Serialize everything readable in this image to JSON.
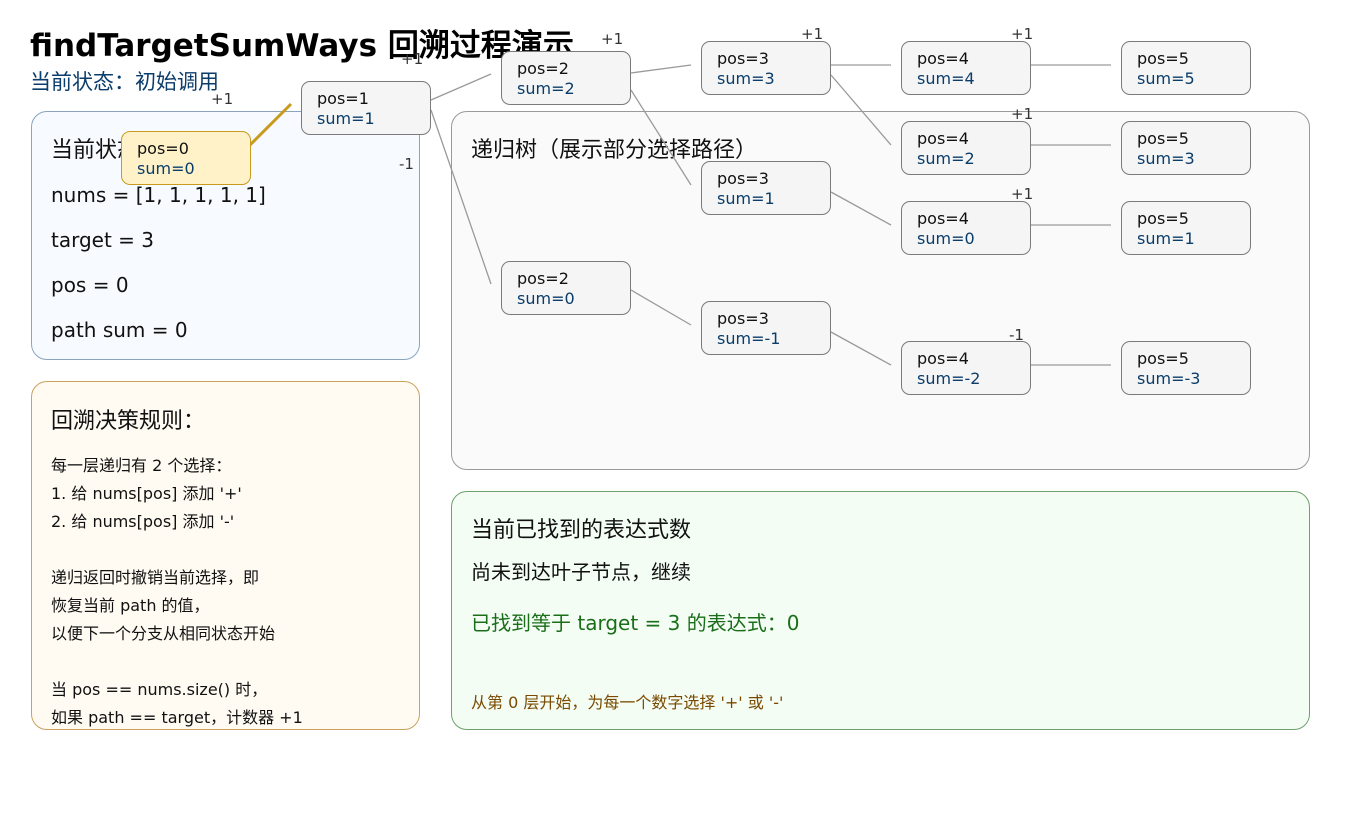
{
  "header": {
    "title": "findTargetSumWays 回溯过程演示",
    "subtitle": "当前状态：初始调用"
  },
  "state_panel": {
    "heading": "当前状态",
    "lines": [
      "nums = [1, 1, 1, 1, 1]",
      "target = 3",
      "pos = 0",
      "path sum = 0"
    ]
  },
  "rule_panel": {
    "heading": "回溯决策规则：",
    "lines": [
      "每一层递归有 2 个选择：",
      "1. 给 nums[pos] 添加 '+'",
      "2. 给 nums[pos] 添加 '-'",
      "",
      "递归返回时撤销当前选择，即",
      "恢复当前 path 的值，",
      "以便下一个分支从相同状态开始",
      "",
      "当 pos == nums.size() 时，",
      "如果 path == target，计数器 +1"
    ]
  },
  "tree_panel": {
    "heading": "递归树（展示部分选择路径）"
  },
  "result_panel": {
    "heading": "当前已找到的表达式数",
    "sub": "尚未到达叶子节点，继续",
    "main": "已找到等于 target = 3 的表达式：0",
    "note": "从第 0 层开始，为每一个数字选择 '+' 或 '-'"
  },
  "tree": {
    "nodes": [
      {
        "id": "n0",
        "pos": "pos=0",
        "sum": "sum=0"
      },
      {
        "id": "n1",
        "pos": "pos=1",
        "sum": "sum=1"
      },
      {
        "id": "n2a",
        "pos": "pos=2",
        "sum": "sum=2"
      },
      {
        "id": "n2b",
        "pos": "pos=2",
        "sum": "sum=0"
      },
      {
        "id": "n3a",
        "pos": "pos=3",
        "sum": "sum=3"
      },
      {
        "id": "n3b",
        "pos": "pos=3",
        "sum": "sum=1"
      },
      {
        "id": "n3c",
        "pos": "pos=3",
        "sum": "sum=-1"
      },
      {
        "id": "n4a",
        "pos": "pos=4",
        "sum": "sum=4"
      },
      {
        "id": "n4b",
        "pos": "pos=4",
        "sum": "sum=2"
      },
      {
        "id": "n4c",
        "pos": "pos=4",
        "sum": "sum=0"
      },
      {
        "id": "n4d",
        "pos": "pos=4",
        "sum": "sum=-2"
      },
      {
        "id": "n5a",
        "pos": "pos=5",
        "sum": "sum=5"
      },
      {
        "id": "n5b",
        "pos": "pos=5",
        "sum": "sum=3"
      },
      {
        "id": "n5c",
        "pos": "pos=5",
        "sum": "sum=1"
      },
      {
        "id": "n5d",
        "pos": "pos=5",
        "sum": "sum=-3"
      }
    ],
    "edges": [
      {
        "from": "n0",
        "to": "n1",
        "label": "+1",
        "active": true
      },
      {
        "from": "n1",
        "to": "n2a",
        "label": "+1"
      },
      {
        "from": "n1",
        "to": "n2b",
        "label": "-1"
      },
      {
        "from": "n2a",
        "to": "n3a",
        "label": "+1"
      },
      {
        "from": "n2a",
        "to": "n3b",
        "label": "-"
      },
      {
        "from": "n2b",
        "to": "n3c",
        "label": ""
      },
      {
        "from": "n3a",
        "to": "n4a",
        "label": "+1"
      },
      {
        "from": "n3a",
        "to": "n4b",
        "label": "+1"
      },
      {
        "from": "n3b",
        "to": "n4c",
        "label": "+1"
      },
      {
        "from": "n3c",
        "to": "n4d",
        "label": "-1"
      },
      {
        "from": "n4a",
        "to": "n5a",
        "label": ""
      },
      {
        "from": "n4b",
        "to": "n5b",
        "label": ""
      },
      {
        "from": "n4c",
        "to": "n5c",
        "label": ""
      },
      {
        "from": "n4d",
        "to": "n5d",
        "label": ""
      }
    ]
  },
  "colors": {
    "edge": "#9a9a9a",
    "active_edge": "#c89b1e"
  }
}
